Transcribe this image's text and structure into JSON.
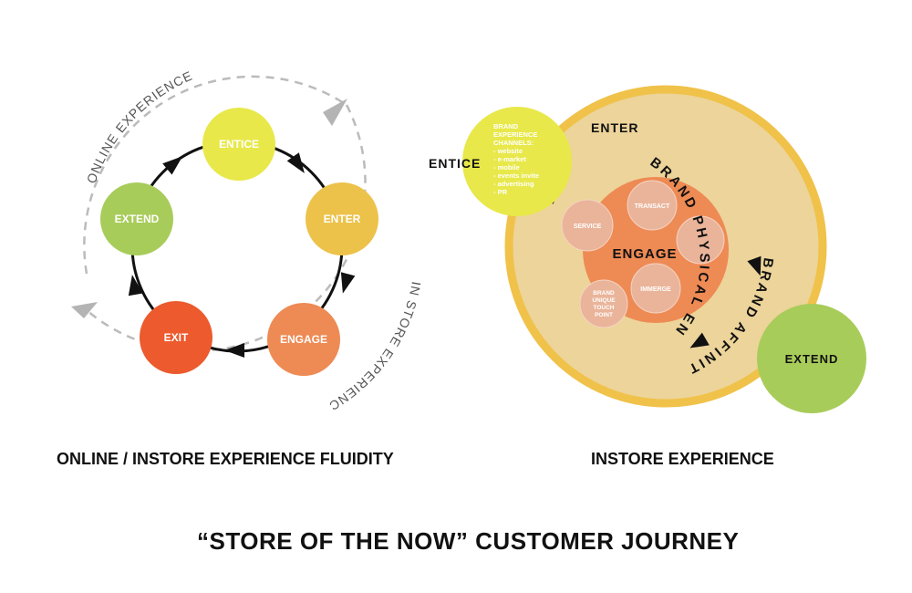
{
  "left_diagram": {
    "caption": "ONLINE / INSTORE EXPERIENCE FLUIDITY",
    "online_label": "ONLINE EXPERIENCE",
    "instore_label": "IN STORE EXPERIENCE",
    "nodes": {
      "entice": "ENTICE",
      "enter": "ENTER",
      "engage": "ENGAGE",
      "exit": "EXIT",
      "extend": "EXTEND"
    }
  },
  "right_diagram": {
    "caption": "INSTORE EXPERIENCE",
    "enter_label": "ENTER",
    "entice_label": "ENTICE",
    "engage_label": "ENGAGE",
    "extend_label": "EXTEND",
    "channels": [
      "BRAND",
      "EXPERIENCE",
      "CHANNELS:",
      "- website",
      "- e-market",
      "- mobile",
      "- events invite",
      "- advertising",
      "- PR"
    ],
    "service": "SERVICE",
    "transact": "TRANSACT",
    "immerge": "IMMERGE",
    "brand_touch": [
      "BRAND",
      "UNIQUE",
      "TOUCH",
      "POINT"
    ],
    "physical_engagement": "BRAND PHYSICAL ENGAGEMENT",
    "brand_affinity": "BRAND AFFINITY"
  },
  "main_title": "“STORE OF THE NOW” CUSTOMER JOURNEY",
  "colors": {
    "entice": "#e8e84a",
    "enter": "#ecc24a",
    "engage": "#ee8a54",
    "exit": "#ec5a2e",
    "extend": "#a8cc5a",
    "outer_ring": "#f0c24a",
    "outer_fill": "#ecd49a",
    "inner_fill": "#ee8a54",
    "small_circle": "#eab49a",
    "dashed": "#bbbbbb",
    "dashed_arrow": "#b4b4b4"
  }
}
